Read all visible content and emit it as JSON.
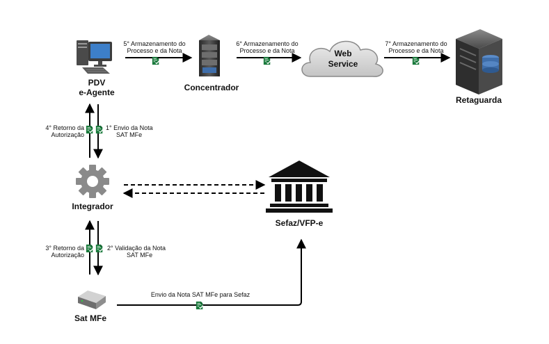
{
  "nodes": {
    "pdv": {
      "line1": "PDV",
      "line2": "e-Agente"
    },
    "concentrador": {
      "label": "Concentrador"
    },
    "webservice": {
      "line1": "Web",
      "line2": "Service"
    },
    "retaguarda": {
      "label": "Retaguarda"
    },
    "integrador": {
      "label": "Integrador"
    },
    "sefaz": {
      "label": "Sefaz/VFP-e"
    },
    "satmfe": {
      "label": "Sat MFe"
    }
  },
  "edges": {
    "e5": {
      "line1": "5° Armazenamento do",
      "line2": "Processo e da Nota"
    },
    "e6": {
      "line1": "6° Armazenamento do",
      "line2": "Processo e da Nota"
    },
    "e7": {
      "line1": "7° Armazenamento do",
      "line2": "Processo e da Nota"
    },
    "e4": {
      "line1": "4° Retorno da",
      "line2": "Autorização"
    },
    "e1": {
      "line1": "1° Envio da Nota",
      "line2": "SAT MFe"
    },
    "e3": {
      "line1": "3° Retorno da",
      "line2": "Autorização"
    },
    "e2": {
      "line1": "2° Validação da Nota",
      "line2": "SAT MFe"
    },
    "eSefaz": {
      "label": "Envio da Nota SAT MFe para Sefaz"
    }
  },
  "icons": {
    "pdv": "desktop-computer-icon",
    "concentrador": "server-tower-icon",
    "webservice": "cloud-icon",
    "retaguarda": "database-server-icon",
    "integrador": "gear-icon",
    "sefaz": "government-building-icon",
    "satmfe": "sat-device-icon",
    "document": "document-check-icon"
  },
  "colors": {
    "line": "#000000",
    "document_green": "#1a7a3c",
    "cloud_fill": "#d6d6d6",
    "gear": "#8a8a8a",
    "building": "#111111"
  }
}
